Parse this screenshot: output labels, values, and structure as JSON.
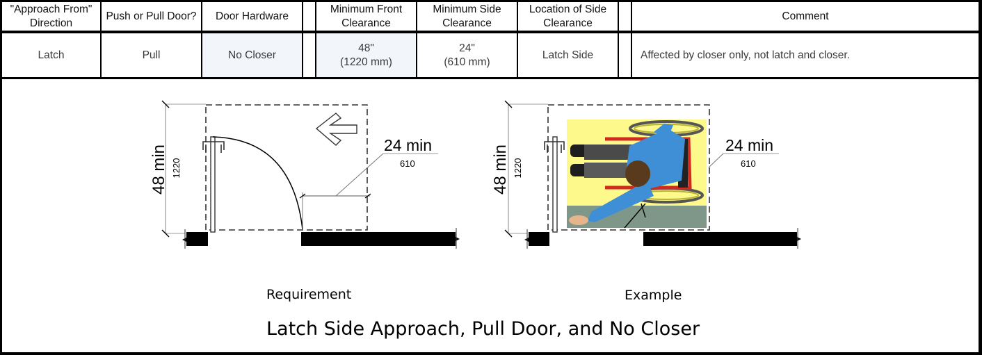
{
  "table": {
    "headers": [
      "\"Approach From\" Direction",
      "Push or Pull Door?",
      "Door Hardware",
      "",
      "Minimum Front Clearance",
      "Minimum Side Clearance",
      "Location of Side Clearance",
      "",
      "Comment"
    ],
    "row": {
      "approach": "Latch",
      "push_pull": "Pull",
      "hardware": "No Closer",
      "blank1": "",
      "front_line1": "48\"",
      "front_line2": "(1220 mm)",
      "side_line1": "24\"",
      "side_line2": "(610 mm)",
      "side_location": "Latch Side",
      "blank2": "",
      "comment": "Affected by closer only, not latch and closer."
    }
  },
  "diagrams": {
    "requirement": {
      "depth_label": "48 min",
      "depth_metric": "1220",
      "side_label": "24 min",
      "side_metric": "610",
      "arrow_icon": "left-arrow-icon",
      "caption": "Requirement"
    },
    "example": {
      "depth_label": "48 min",
      "depth_metric": "1220",
      "side_label": "24 min",
      "side_metric": "610",
      "illustration": "wheelchair-user-reaching-door",
      "caption": "Example"
    }
  },
  "title": "Latch Side Approach, Pull Door, and No Closer",
  "colors": {
    "shaded_cell": "#f2f5fa",
    "illustration_floor_yellow": "#fdf98a",
    "illustration_floor_gray": "#7f9789",
    "shirt_blue": "#3f8fd6",
    "chair_red": "#d12b1f"
  }
}
